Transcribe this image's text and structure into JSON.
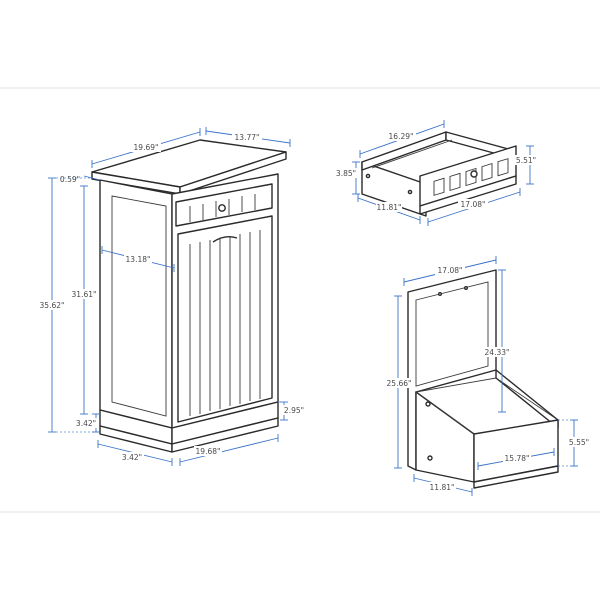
{
  "colors": {
    "outline": "#2b2b2b",
    "dimension": "#3b73c9",
    "label": "#4a4a4a",
    "background": "#ffffff"
  },
  "cabinet": {
    "top_width": "19.69\"",
    "top_depth": "13.77\"",
    "top_overhang": "0.59\"",
    "inner_width": "13.18\"",
    "bin_height": "31.61\"",
    "total_height": "35.62\"",
    "base_height": "3.42\"",
    "base_depth": "3.42\"",
    "base_width": "19.68\"",
    "plinth_height": "2.95\""
  },
  "drawer": {
    "width": "16.29\"",
    "height": "3.85\"",
    "depth": "11.81\"",
    "front_width": "17.08\"",
    "front_height": "5.51\""
  },
  "tilt_bin": {
    "width": "17.08\"",
    "back_height": "24.33\"",
    "total_height": "25.66\"",
    "front_height": "5.55\"",
    "inner_width": "15.78\"",
    "depth": "11.81\""
  }
}
